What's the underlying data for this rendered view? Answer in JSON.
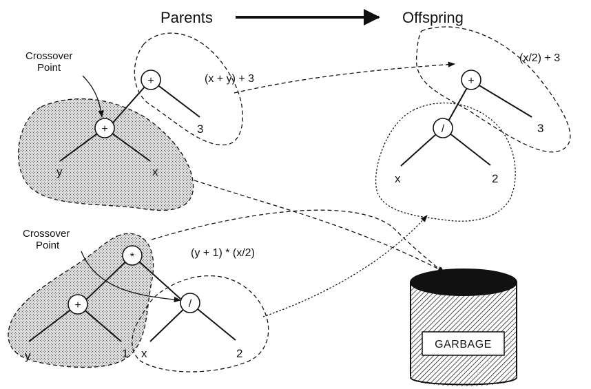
{
  "header": {
    "parents_label": "Parents",
    "offspring_label": "Offspring"
  },
  "parent1": {
    "expression": "(x + y) + 3",
    "crossover_label_line1": "Crossover",
    "crossover_label_line2": "Point",
    "root_op": "+",
    "sub_op": "+",
    "leaf_left": "y",
    "leaf_right": "x",
    "leaf_const": "3"
  },
  "parent2": {
    "expression": "(y + 1) * (x/2)",
    "crossover_label_line1": "Crossover",
    "crossover_label_line2": "Point",
    "root_op": "*",
    "left_op": "+",
    "right_op": "/",
    "leaf_y": "y",
    "leaf_1": "1",
    "leaf_x": "x",
    "leaf_2": "2"
  },
  "offspring": {
    "expression": "(x/2) + 3",
    "root_op": "+",
    "sub_op": "/",
    "leaf_x": "x",
    "leaf_2": "2",
    "leaf_const": "3"
  },
  "garbage": {
    "label": "GARBAGE"
  }
}
